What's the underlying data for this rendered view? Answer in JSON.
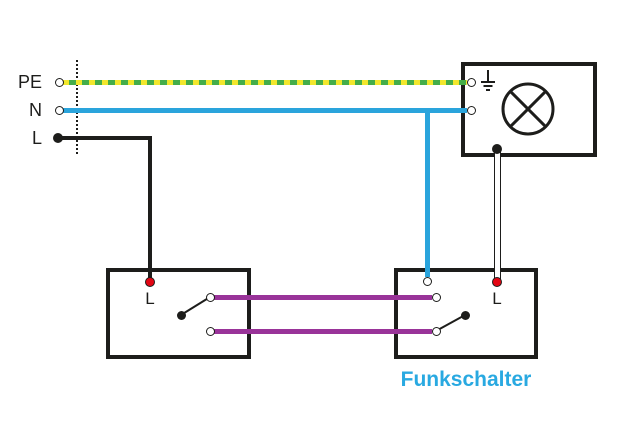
{
  "diagram": {
    "type": "electrical-wiring-diagram",
    "caption": "Funkschalter",
    "rails": {
      "pe_label": "PE",
      "n_label": "N",
      "l_label": "L"
    },
    "left_switch": {
      "l_label": "L"
    },
    "right_switch": {
      "l_label": "L"
    },
    "components": {
      "lamp": "lamp",
      "earth": "protective-earth",
      "left_switch": "wall-switch",
      "right_switch": "radio-switch"
    },
    "colors": {
      "pe_yellow": "#f2e72c",
      "pe_green": "#44ad49",
      "neutral_blue": "#2aa4dc",
      "live_black": "#1d1d1b",
      "switched_purple": "#993399",
      "terminal_red": "#e30613",
      "caption_blue": "#29a9e1",
      "lamp_return_white": "#ffffff"
    }
  }
}
